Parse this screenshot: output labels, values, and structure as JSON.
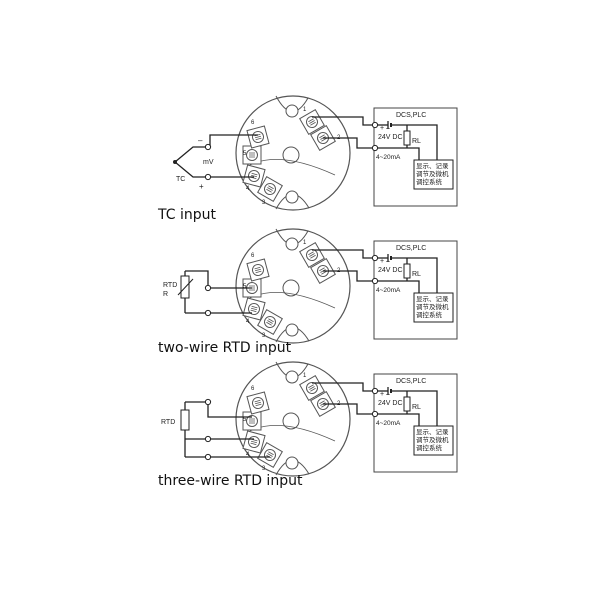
{
  "diagrams": [
    {
      "title": "TC input",
      "input_type": "tc",
      "labels": {
        "minus": "–",
        "mv": "mV",
        "tc": "TC",
        "plus": "+"
      }
    },
    {
      "title": "two-wire RTD input",
      "input_type": "rtd2",
      "labels": {
        "rtd": "RTD",
        "r": "R"
      }
    },
    {
      "title": "three-wire RTD input",
      "input_type": "rtd3",
      "labels": {
        "rtd": "RTD"
      }
    }
  ],
  "terminal_numbers": [
    "1",
    "2",
    "3",
    "4",
    "5",
    "6"
  ],
  "dcs": {
    "title": "DCS,PLC",
    "polarity": "+ –",
    "supply": "24V DC",
    "resistor": "RL",
    "signal": "4~20mA",
    "display_lines": [
      "显示、记录",
      "调节及微机",
      "调控系统"
    ]
  },
  "colors": {
    "line": "#222222",
    "module": "#555555",
    "box": "#444444"
  }
}
